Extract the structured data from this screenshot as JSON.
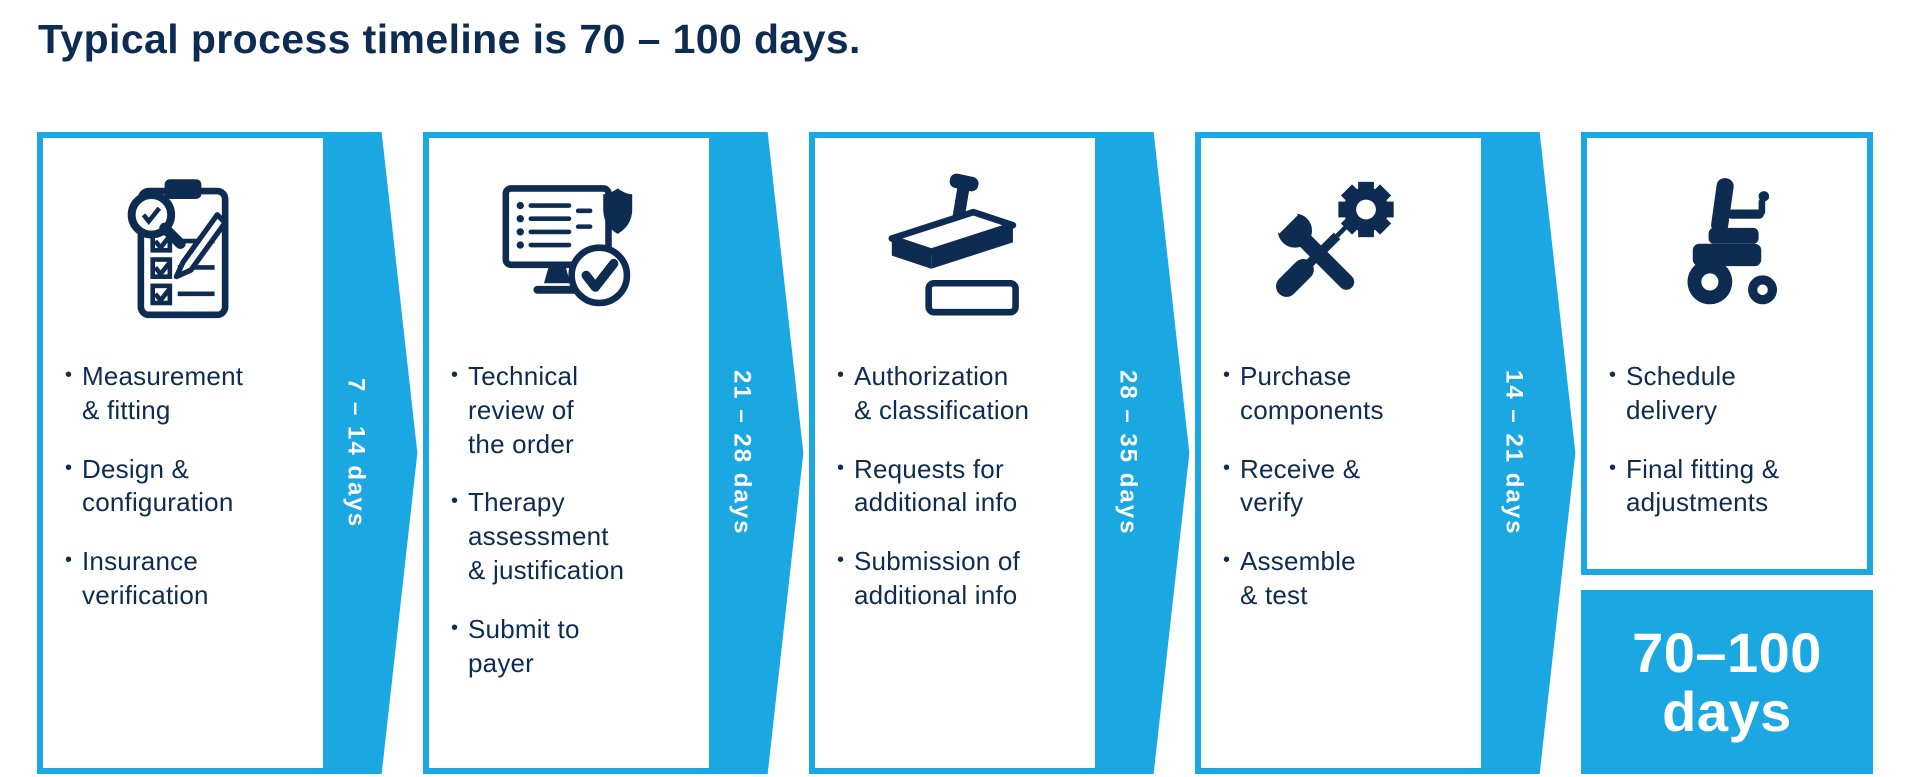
{
  "title": "Typical process timeline is 70 – 100 days.",
  "colors": {
    "navy": "#0e2b52",
    "blue": "#1aa7e2",
    "background": "#ffffff"
  },
  "stages": [
    {
      "name": "measurement-design",
      "icon": "clipboard-checklist-icon",
      "bullets": [
        "Measurement\n& fitting",
        "Design &\nconfiguration",
        "Insurance\nverification"
      ]
    },
    {
      "name": "order-review",
      "icon": "order-review-icon",
      "bullets": [
        "Technical\nreview of\nthe order",
        "Therapy\nassessment\n& justification",
        "Submit to\npayer"
      ]
    },
    {
      "name": "authorization",
      "icon": "approval-stamp-icon",
      "bullets": [
        "Authorization\n& classification",
        "Requests for\nadditional info",
        "Submission of\nadditional info"
      ]
    },
    {
      "name": "assembly",
      "icon": "assembly-tools-icon",
      "bullets": [
        "Purchase\ncomponents",
        "Receive &\nverify",
        "Assemble\n& test"
      ]
    },
    {
      "name": "delivery",
      "icon": "power-wheelchair-icon",
      "bullets": [
        "Schedule\ndelivery",
        "Final fitting &\nadjustments"
      ]
    }
  ],
  "connectors": [
    {
      "label": "7 – 14 days"
    },
    {
      "label": "21 – 28 days"
    },
    {
      "label": "28 – 35 days"
    },
    {
      "label": "14 – 21 days"
    }
  ],
  "total_badge": {
    "line1": "70–100",
    "line2": "days"
  }
}
